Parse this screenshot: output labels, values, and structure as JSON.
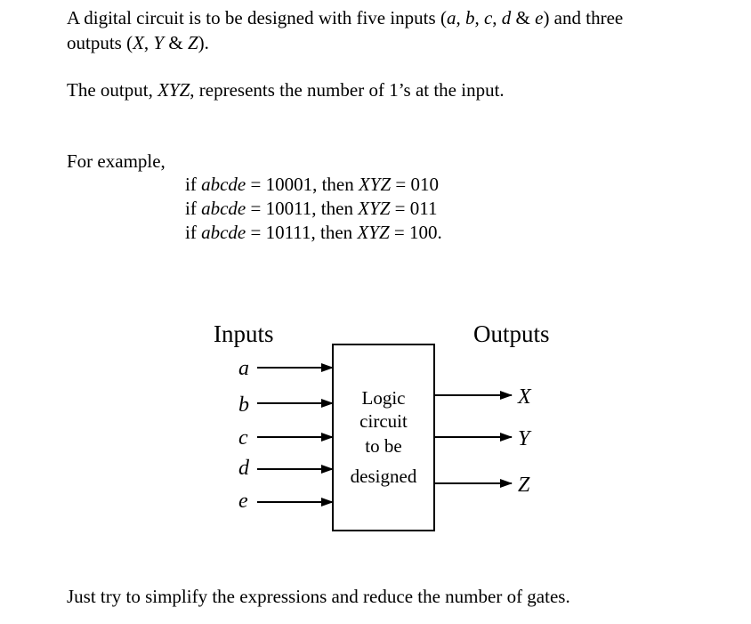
{
  "intro": {
    "line1_a": "A digital circuit is to be designed with five inputs (",
    "line1_vars": [
      "a",
      "b",
      "c",
      "d",
      "e"
    ],
    "line1_sep": [
      ", ",
      ", ",
      ", ",
      " & "
    ],
    "line1_b": ") and three",
    "line2_a": "outputs (",
    "line2_vars": [
      "X",
      "Y",
      "Z"
    ],
    "line2_sep": [
      ", ",
      " & "
    ],
    "line2_b": ")."
  },
  "output_desc": {
    "a": "The output, ",
    "var": "XYZ",
    "b": ", represents the number of 1’s at the input."
  },
  "example": {
    "heading": "For example,",
    "lines": [
      {
        "if": "if ",
        "lhs": "abcde",
        "mid": " = 10001, then ",
        "rhs": "XYZ",
        "val": " = 010"
      },
      {
        "if": "if ",
        "lhs": "abcde",
        "mid": " = 10011, then ",
        "rhs": "XYZ",
        "val": " = 011"
      },
      {
        "if": "if ",
        "lhs": "abcde",
        "mid": " = 10111, then ",
        "rhs": "XYZ",
        "val": " = 100."
      }
    ]
  },
  "diagram": {
    "inputs_label": "Inputs",
    "outputs_label": "Outputs",
    "input_vars": [
      "a",
      "b",
      "c",
      "d",
      "e"
    ],
    "output_vars": [
      "X",
      "Y",
      "Z"
    ],
    "box_lines": [
      "Logic",
      "circuit",
      "to be",
      "designed"
    ]
  },
  "footer": "Just try to simplify the expressions and reduce the number of gates."
}
